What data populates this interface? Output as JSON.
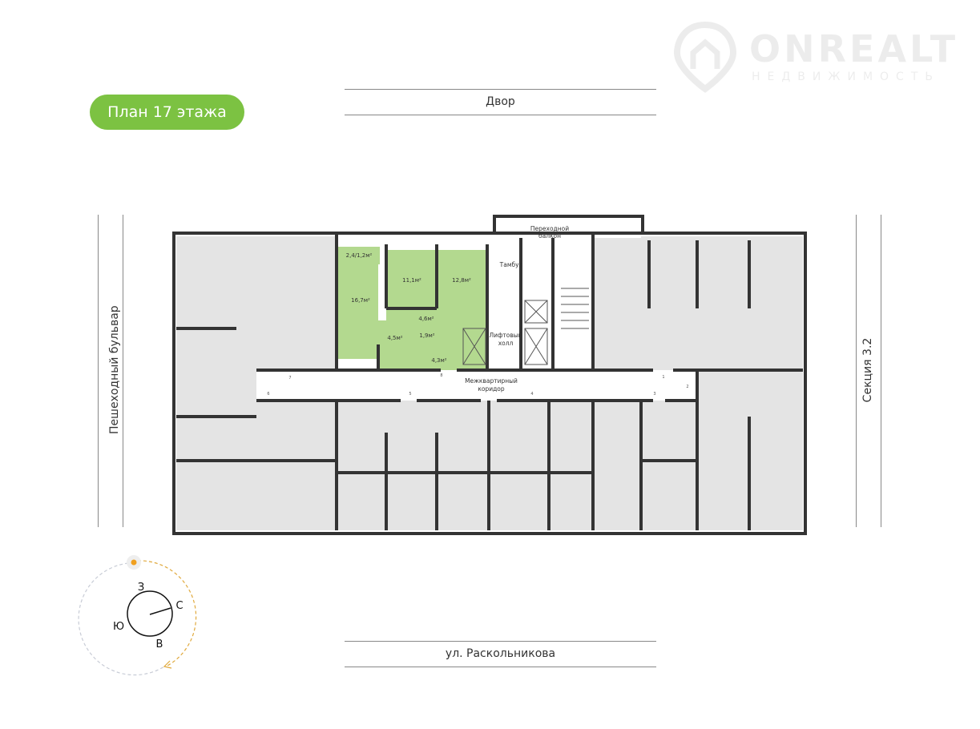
{
  "header": {
    "floor_plan_label": "План 17 этажа"
  },
  "logo": {
    "name": "ONREALT",
    "tagline": "НЕДВИЖИМОСТЬ"
  },
  "streets": {
    "top": "Двор",
    "bottom": "ул. Раскольникова",
    "left": "Пешеходный бульвар",
    "right": "Секция 3.2"
  },
  "core": {
    "balcony": [
      "Переходной",
      "балкон"
    ],
    "vestibule": "Тамбур",
    "elevator_hall": [
      "Лифтовый",
      "холл"
    ],
    "corridor": [
      "Межквартирный",
      "коридор"
    ]
  },
  "highlighted_apartment": {
    "color": "#b3d98f",
    "rooms": [
      "2,4/1,2м²",
      "16,7м²",
      "11,1м²",
      "12,8м²",
      "4,6м²",
      "4,5м²",
      "1,9м²",
      "4,3м²"
    ]
  },
  "door_numbers": [
    "7",
    "8",
    "1",
    "2",
    "6",
    "5",
    "4",
    "3"
  ],
  "compass": {
    "west": "З",
    "north": "С",
    "south": "Ю",
    "east": "В"
  }
}
